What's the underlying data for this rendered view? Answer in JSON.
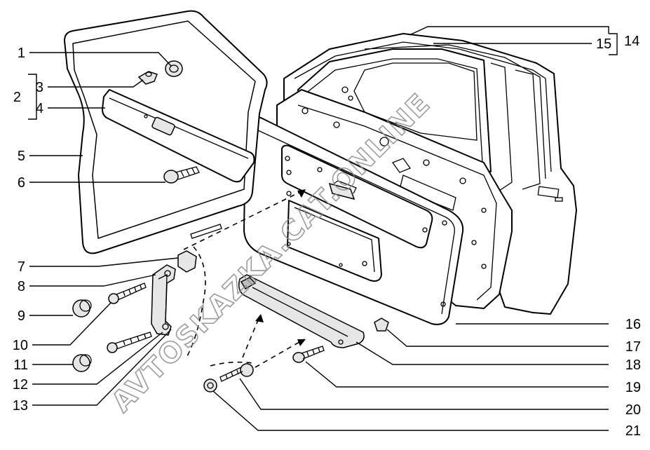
{
  "callouts": [
    {
      "id": "c1",
      "label": "1"
    },
    {
      "id": "c2",
      "label": "2"
    },
    {
      "id": "c3",
      "label": "3"
    },
    {
      "id": "c4",
      "label": "4"
    },
    {
      "id": "c5",
      "label": "5"
    },
    {
      "id": "c6",
      "label": "6"
    },
    {
      "id": "c7",
      "label": "7"
    },
    {
      "id": "c8",
      "label": "8"
    },
    {
      "id": "c9",
      "label": "9"
    },
    {
      "id": "c10",
      "label": "10"
    },
    {
      "id": "c11",
      "label": "11"
    },
    {
      "id": "c12",
      "label": "12"
    },
    {
      "id": "c13",
      "label": "13"
    },
    {
      "id": "c14",
      "label": "14"
    },
    {
      "id": "c15",
      "label": "15"
    },
    {
      "id": "c16",
      "label": "16"
    },
    {
      "id": "c17",
      "label": "17"
    },
    {
      "id": "c18",
      "label": "18"
    },
    {
      "id": "c19",
      "label": "19"
    },
    {
      "id": "c20",
      "label": "20"
    },
    {
      "id": "c21",
      "label": "21"
    }
  ],
  "watermark": "AVTOSKAZKA.CAT.ONLINE"
}
